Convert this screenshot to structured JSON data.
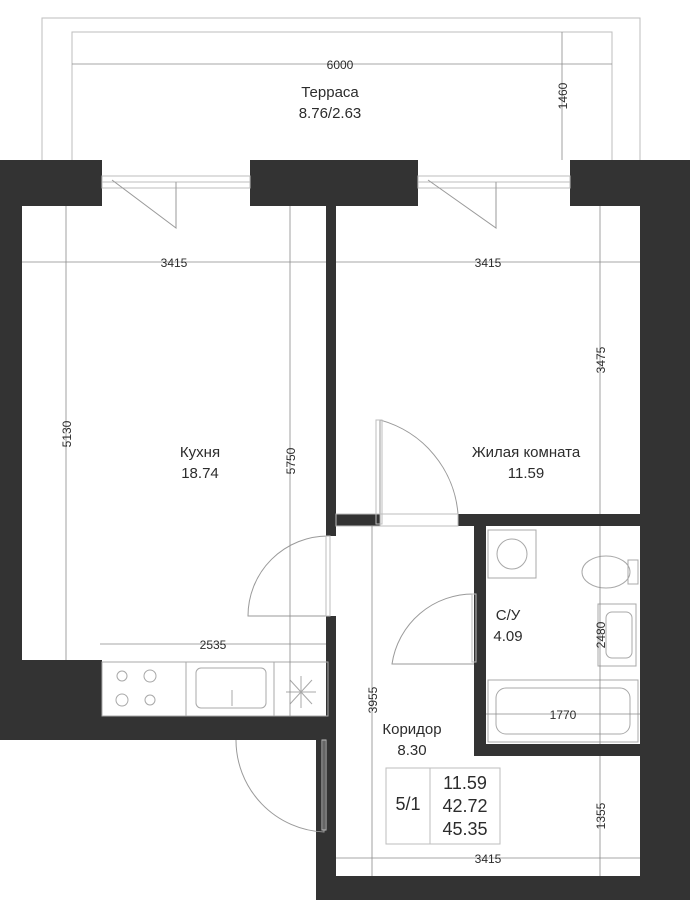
{
  "rooms": {
    "terrace": {
      "name": "Терраса",
      "area": "8.76/2.63"
    },
    "kitchen": {
      "name": "Кухня",
      "area": "18.74"
    },
    "living": {
      "name": "Жилая комната",
      "area": "11.59"
    },
    "bathroom": {
      "name": "С/У",
      "area": "4.09"
    },
    "corridor": {
      "name": "Коридор",
      "area": "8.30"
    }
  },
  "dimensions": {
    "terrace_width": "6000",
    "terrace_depth": "1460",
    "kitchen_width": "3415",
    "living_width": "3415",
    "kitchen_height": "5130",
    "kitchen_height_total": "5750",
    "living_height": "3475",
    "kitchen_bottom": "2535",
    "corridor_height": "3955",
    "bathroom_height": "2480",
    "bathroom_width": "1770",
    "corridor_lower": "1355",
    "corridor_width": "3415"
  },
  "summary": {
    "floor": "5/1",
    "living_area": "11.59",
    "total_area": "42.72",
    "total_with_terrace": "45.35"
  }
}
